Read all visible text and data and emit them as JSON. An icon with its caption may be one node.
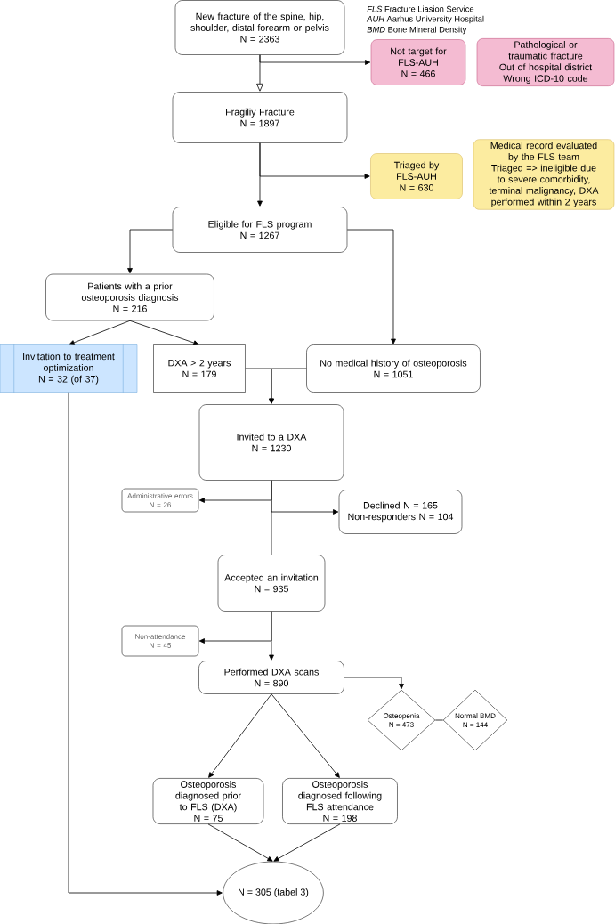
{
  "diagram": {
    "nodes": [
      {
        "text": [
          "New fracture of the spine, hip, shoulder, distal forearm or pelvis",
          "N = 2363"
        ]
      },
      {
        "text": [
          "Not target for FLS-AUH",
          "N = 466"
        ]
      },
      {
        "text": [
          "Pathological or traumatic fracture",
          "Out of hospital district",
          "Wrong ICD-10 code"
        ]
      },
      {
        "text": [
          "Fragiliy Fracture",
          "N = 1897"
        ]
      },
      {
        "text": [
          "Triaged by FLS-AUH",
          "N = 630"
        ]
      },
      {
        "text": [
          "Medical record evaluated by the FLS team",
          "Triaged => ineligible due to severe comorbidity, terminal malignancy, DXA performed within 2 years"
        ]
      },
      {
        "text": [
          "Eligible for FLS program",
          "N = 1267"
        ]
      },
      {
        "text": [
          "Patients with a prior osteoporosis diagnosis",
          "N = 216"
        ]
      },
      {
        "text": [
          "Invitation to treatment optimization",
          "N =  32 (of 37)"
        ]
      },
      {
        "text": [
          "DXA > 2 years",
          "N = 179"
        ]
      },
      {
        "text": [
          "No medical history of osteoporosis",
          "N = 1051"
        ]
      },
      {
        "text": [
          "Invited to a DXA",
          "N = 1230"
        ]
      },
      {
        "text": [
          "Administrative errors",
          "N = 26"
        ]
      },
      {
        "text": [
          "Declined  N = 165",
          "Non-responders N = 104"
        ]
      },
      {
        "text": [
          "Accepted an invitation",
          "N = 935"
        ]
      },
      {
        "text": [
          "Non-attendance",
          "N = 45"
        ]
      },
      {
        "text": [
          "Performed DXA scans",
          "N = 890"
        ]
      },
      {
        "text": [
          "Osteopenia",
          "N = 473"
        ]
      },
      {
        "text": [
          "Normal BMD",
          "N = 144"
        ]
      },
      {
        "text": [
          "Osteoporosis  diagnosed prior to FLS (DXA)",
          "N = 75"
        ]
      },
      {
        "text": [
          "Osteoporosis diagnosed following FLS attendance",
          "N = 198"
        ]
      },
      {
        "text": [
          "N = 305 (tabel 3)"
        ]
      }
    ],
    "edges": [
      {
        "from": 0,
        "to": 3,
        "arrow": "to"
      },
      {
        "from": 0,
        "to": 1,
        "arrow": "to"
      },
      {
        "from": 3,
        "to": 6,
        "arrow": "to"
      },
      {
        "from": 3,
        "to": 4,
        "arrow": "to"
      },
      {
        "from": 6,
        "to": 7,
        "arrow": "to"
      },
      {
        "from": 6,
        "to": 10,
        "arrow": "to"
      },
      {
        "from": 7,
        "to": 8,
        "arrow": "to"
      },
      {
        "from": 7,
        "to": 9,
        "arrow": "to"
      },
      {
        "from": 9,
        "to": 11,
        "arrow": "to"
      },
      {
        "from": 10,
        "to": 11,
        "arrow": "to"
      },
      {
        "from": 11,
        "to": 12,
        "arrow": "to"
      },
      {
        "from": 11,
        "to": 13,
        "arrow": "to"
      },
      {
        "from": 11,
        "to": 14,
        "arrow": "none"
      },
      {
        "from": 14,
        "to": 15,
        "arrow": "to"
      },
      {
        "from": 14,
        "to": 16,
        "arrow": "to"
      },
      {
        "from": 16,
        "to": 17,
        "arrow": "to"
      },
      {
        "from": 17,
        "to": 18,
        "arrow": "none"
      },
      {
        "from": 16,
        "to": 19,
        "arrow": "to"
      },
      {
        "from": 16,
        "to": 20,
        "arrow": "to"
      },
      {
        "from": 19,
        "to": 21,
        "arrow": "to"
      },
      {
        "from": 20,
        "to": 21,
        "arrow": "to"
      },
      {
        "from": 8,
        "to": 21,
        "arrow": "to"
      }
    ],
    "labels": [
      "*FLS* Fracture Liasion Service",
      "*AUH* Aarhus University Hospital",
      "*BMD* Bone Mineral Density"
    ]
  }
}
